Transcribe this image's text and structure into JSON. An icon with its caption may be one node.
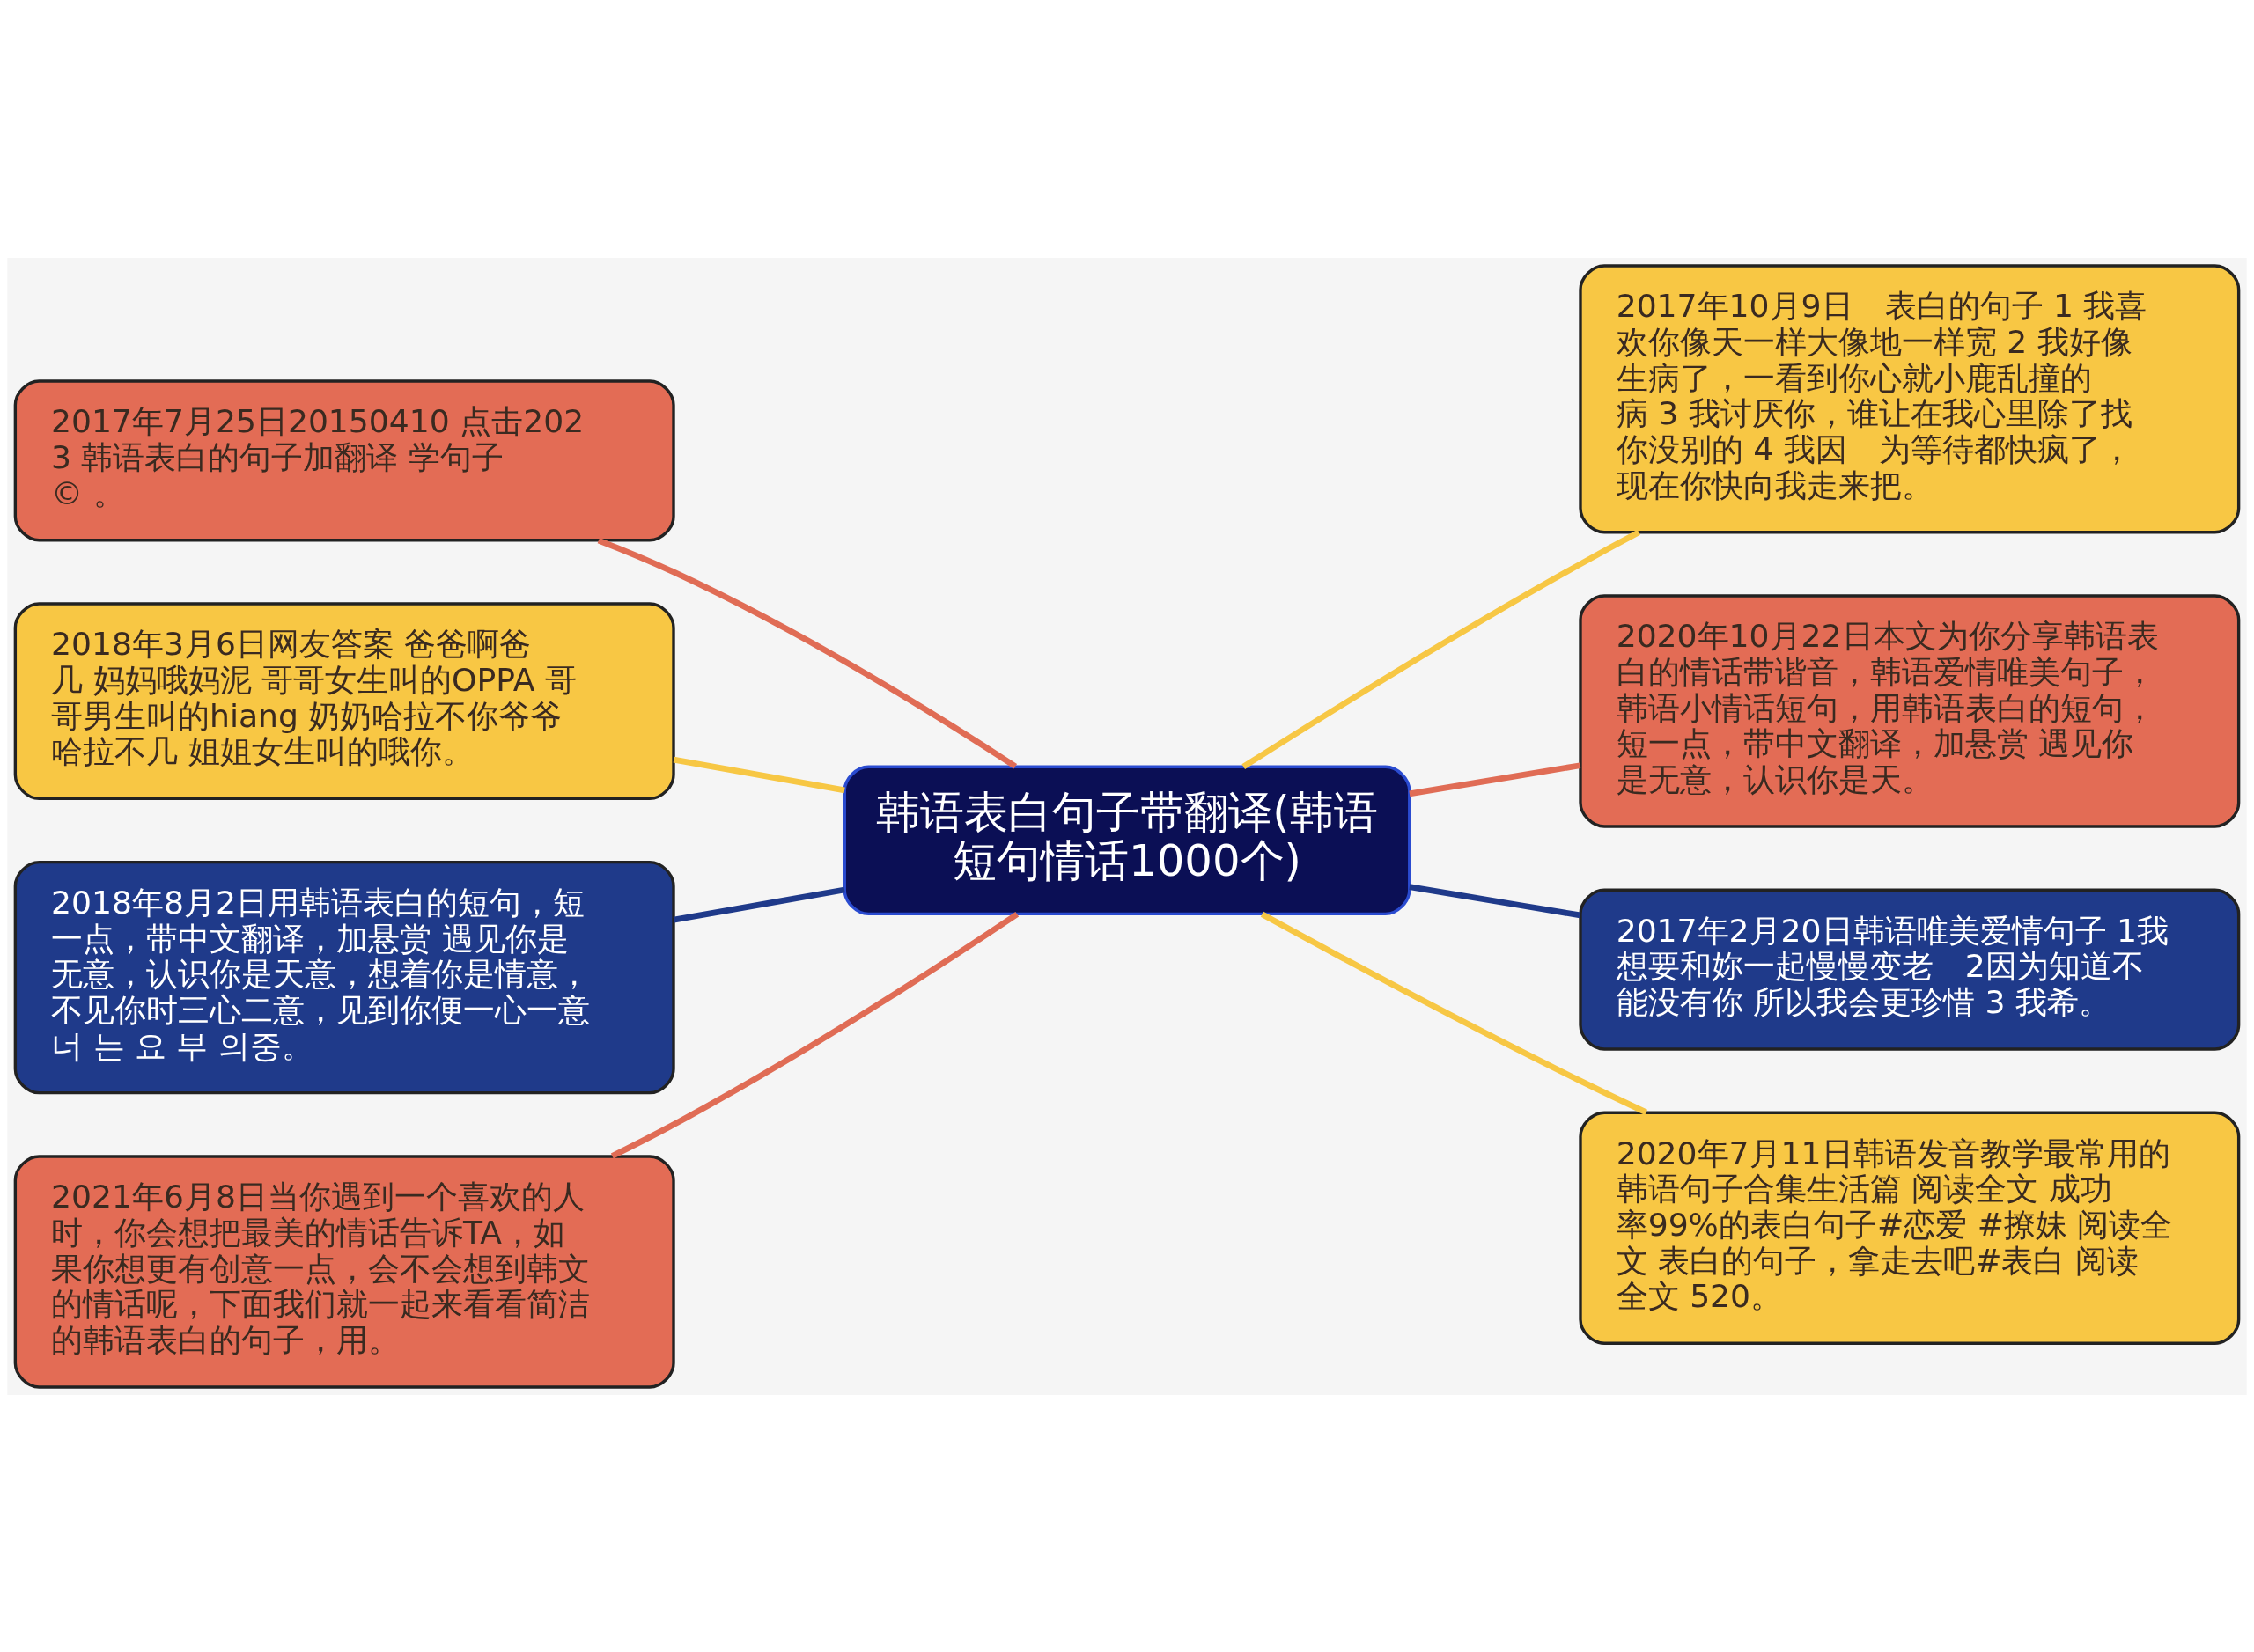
{
  "diagram": {
    "nodes": [
      {
        "text": [
          "韩语表白句子带翻译(韩语短句情话1000个)"
        ]
      },
      {
        "text": [
          "2017年7月25日20150410 点击2023 韩语表白的句子加翻译 学句子© 。"
        ]
      },
      {
        "text": [
          "2018年3月6日网友答案 爸爸啊爸几 妈妈哦妈泥 哥哥女生叫的OPPA 哥哥男生叫的hiang 奶奶哈拉不你爷爷哈拉不几 姐姐女生叫的哦你。"
        ]
      },
      {
        "text": [
          "2018年8月2日用韩语表白的短句，短一点，带中文翻译，加悬赏 遇见你是无意，认识你是天意，想着你是情意，不见你时三心二意，见到你便一心一意너 는 요 부 의중。"
        ]
      },
      {
        "text": [
          "2021年6月8日当你遇到一个喜欢的人时，你会想把最美的情话告诉TA，如果你想更有创意一点，会不会想到韩文的情话呢，下面我们就一起来看看简洁的韩语表白的句子，用。"
        ]
      },
      {
        "text": [
          "2017年10月9日　表白的句子 1 我喜欢你像天一样大像地一样宽 2 我好像生病了，一看到你心就小鹿乱撞的病 3 我讨厌你，谁让在我心里除了找你没别的 4 我因　为等待都快疯了，现在你快向我走来把。"
        ]
      },
      {
        "text": [
          "2020年10月22日本文为你分享韩语表白的情话带谐音，韩语爱情唯美句子，韩语小情话短句，用韩语表白的短句，短一点，带中文翻译，加悬赏 遇见你是无意，认识你是天。"
        ]
      },
      {
        "text": [
          "2017年2月20日韩语唯美爱情句子 1我想要和妳一起慢慢变老　2因为知道不能没有你 所以我会更珍惜 3 我希。"
        ]
      },
      {
        "text": [
          "2020年7月11日韩语发音教学最常用的韩语句子合集生活篇 阅读全文 成功率99%的表白句子#恋爱 #撩妹 阅读全文 表白的句子，拿走去吧#表白 阅读全文 520。"
        ]
      }
    ],
    "edges": [
      {
        "from": 0,
        "to": 1,
        "arrow": "none",
        "color": "#e06c55"
      },
      {
        "from": 0,
        "to": 2,
        "arrow": "none",
        "color": "#f7c744"
      },
      {
        "from": 0,
        "to": 3,
        "arrow": "none",
        "color": "#1f3a8a"
      },
      {
        "from": 0,
        "to": 4,
        "arrow": "none",
        "color": "#e06c55"
      },
      {
        "from": 0,
        "to": 5,
        "arrow": "none",
        "color": "#f7c744"
      },
      {
        "from": 0,
        "to": 6,
        "arrow": "none",
        "color": "#e06c55"
      },
      {
        "from": 0,
        "to": 7,
        "arrow": "none",
        "color": "#1f3a8a"
      },
      {
        "from": 0,
        "to": 8,
        "arrow": "none",
        "color": "#f7c744"
      }
    ]
  }
}
